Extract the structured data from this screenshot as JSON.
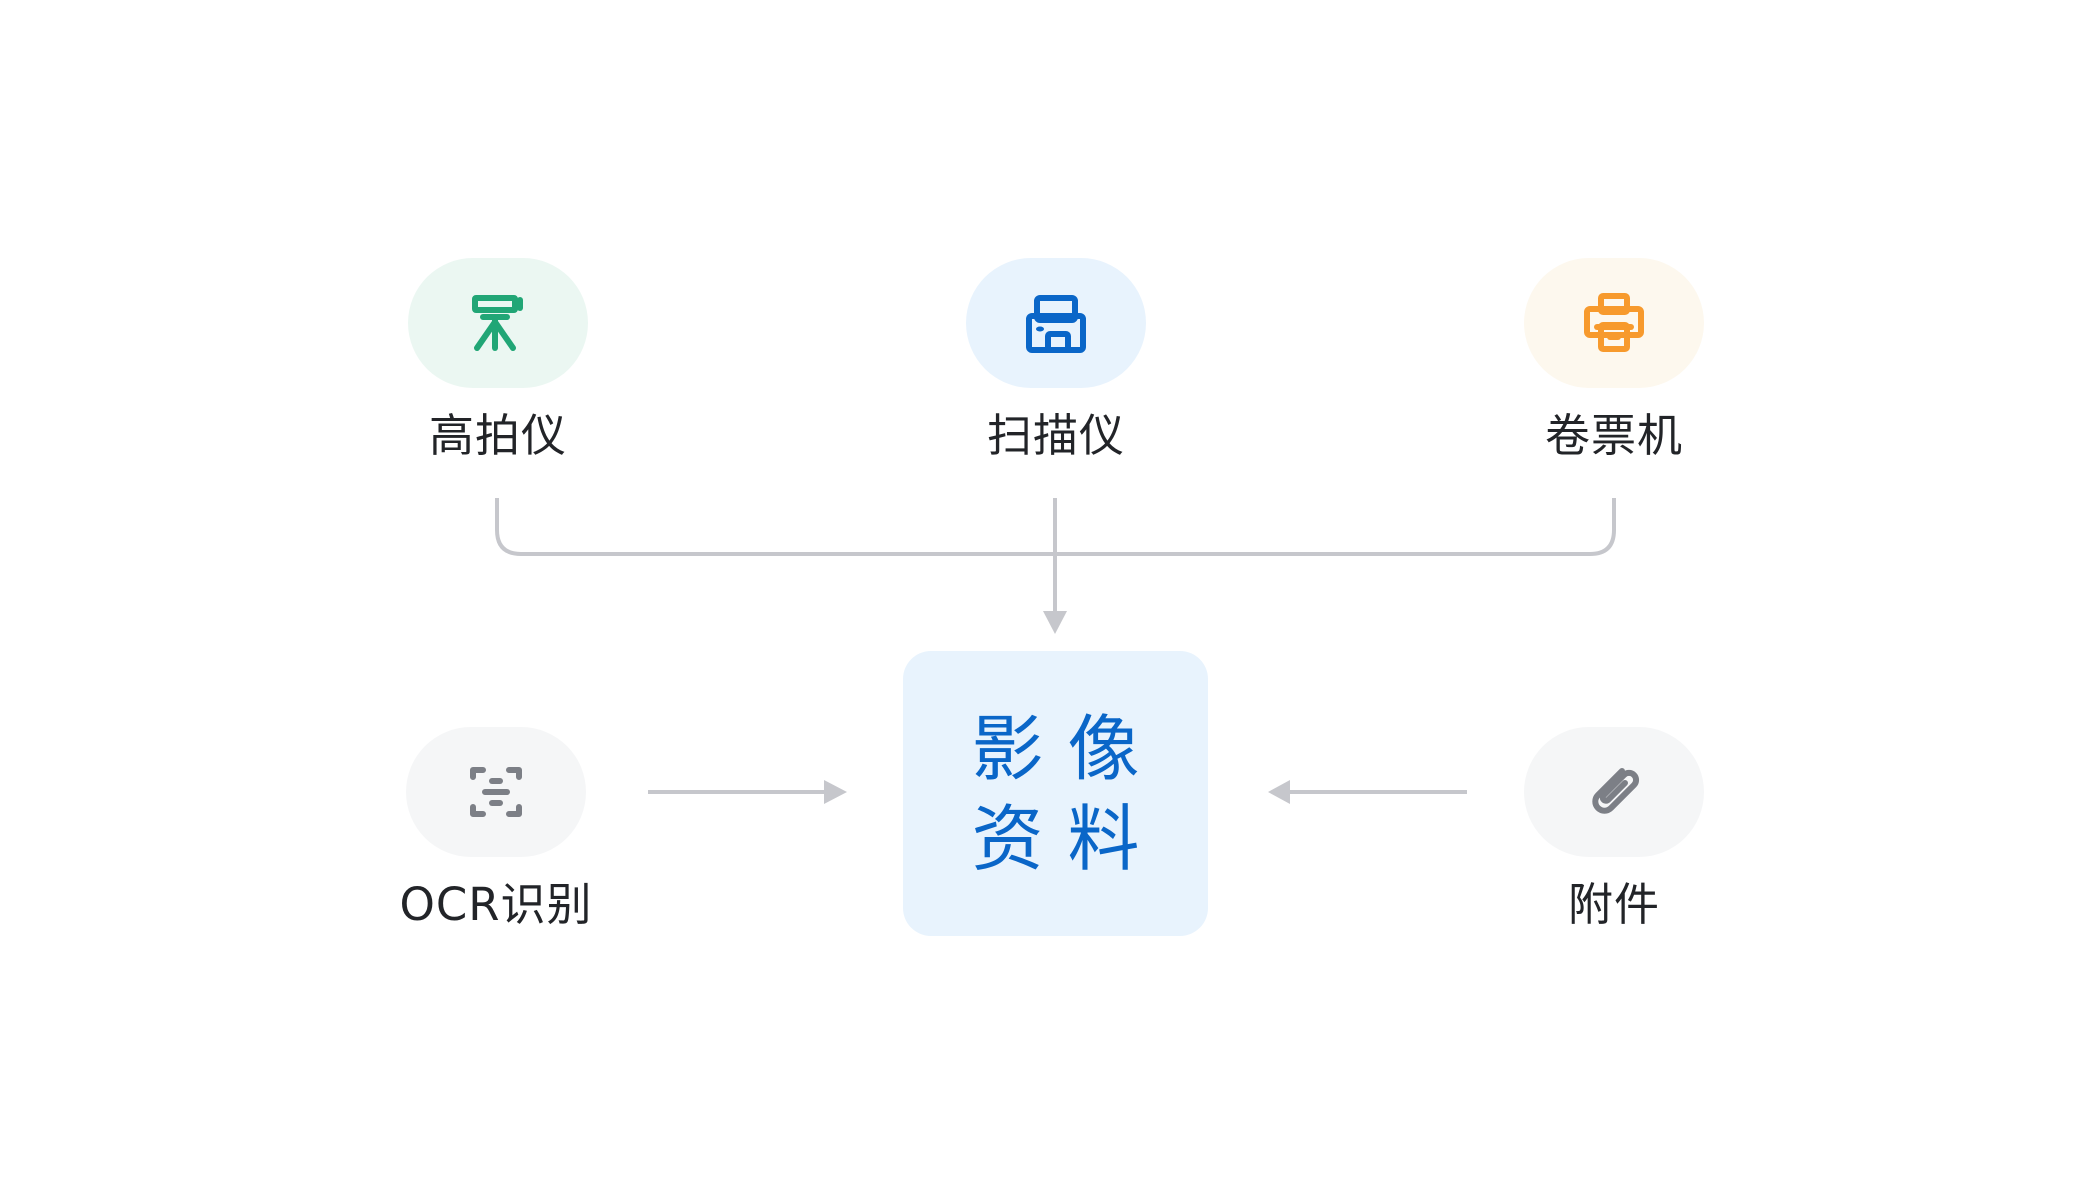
{
  "sources_top": [
    {
      "id": "gaopai",
      "label": "高拍仪",
      "icon": "document-camera-icon",
      "color": "#21a676",
      "bg": "#ebf7f2"
    },
    {
      "id": "saomiao",
      "label": "扫描仪",
      "icon": "scanner-icon",
      "color": "#0a66c8",
      "bg": "#e8f3fd"
    },
    {
      "id": "juanpiao",
      "label": "卷票机",
      "icon": "printer-icon",
      "color": "#f79a2d",
      "bg": "#fdf8ee"
    }
  ],
  "sources_side": [
    {
      "id": "ocr",
      "label": "OCR识别",
      "icon": "ocr-scan-icon",
      "color": "#7c7f86",
      "bg": "#f5f6f7"
    },
    {
      "id": "fujian",
      "label": "附件",
      "icon": "paperclip-icon",
      "color": "#7c7f86",
      "bg": "#f5f6f7"
    }
  ],
  "center": {
    "line1": "影像",
    "line2": "资料",
    "color": "#0a66c8",
    "bg": "#e8f3fd"
  },
  "connector_color": "#c6c7cc"
}
